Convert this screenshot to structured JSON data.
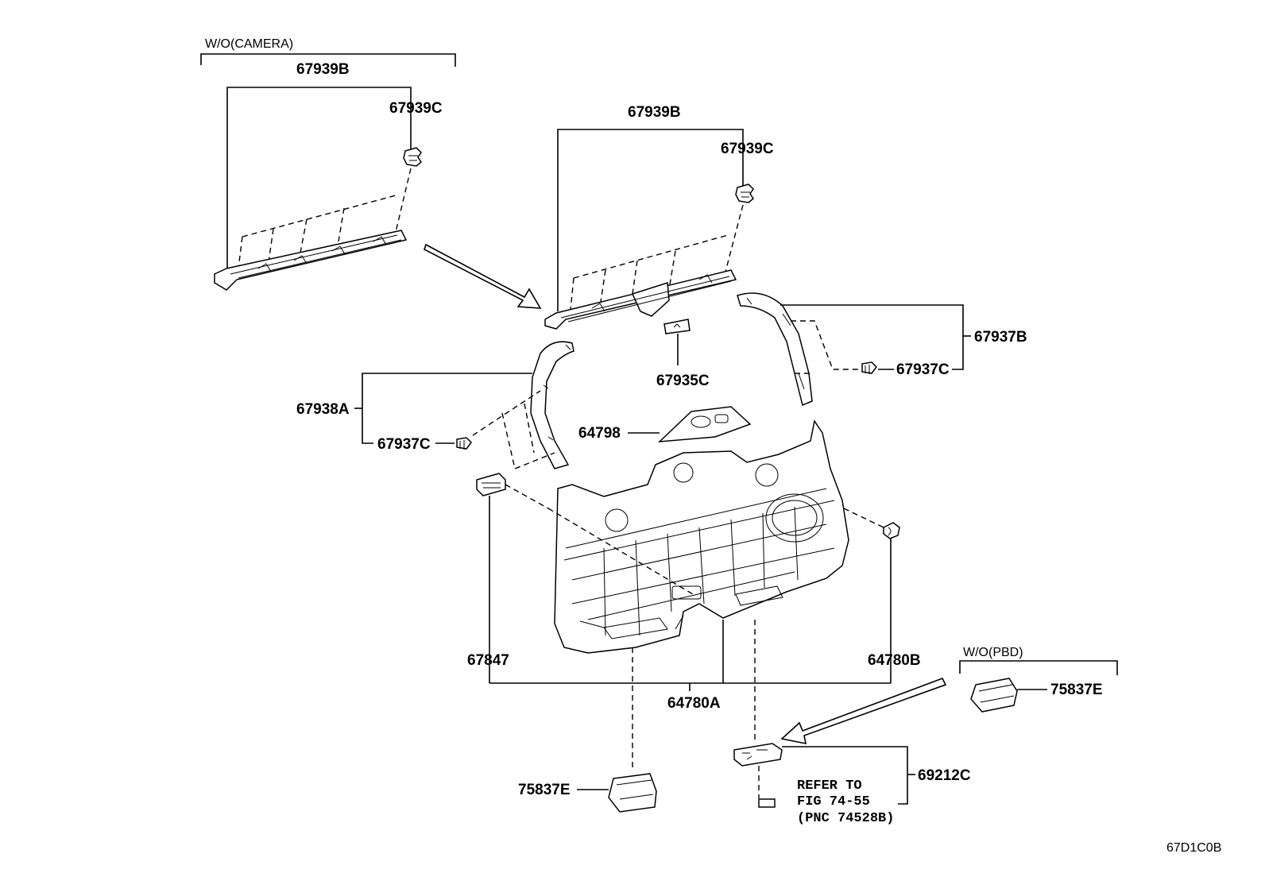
{
  "groups": {
    "wo_camera": "W/O(CAMERA)",
    "wo_pbd": "W/O(PBD)"
  },
  "labels": {
    "p67939B_top": "67939B",
    "p67939C_top": "67939C",
    "p67939B_mid": "67939B",
    "p67939C_mid": "67939C",
    "p67937B": "67937B",
    "p67937C_right": "67937C",
    "p67935C": "67935C",
    "p67938A": "67938A",
    "p67937C_left": "67937C",
    "p64798": "64798",
    "p67847": "67847",
    "p64780B": "64780B",
    "p64780A": "64780A",
    "p75837E_right": "75837E",
    "p75837E_bottom": "75837E",
    "p69212C": "69212C"
  },
  "note": {
    "line1": "REFER TO",
    "line2": "FIG 74-55",
    "line3": "(PNC 74528B)"
  },
  "figure_code": "67D1C0B"
}
